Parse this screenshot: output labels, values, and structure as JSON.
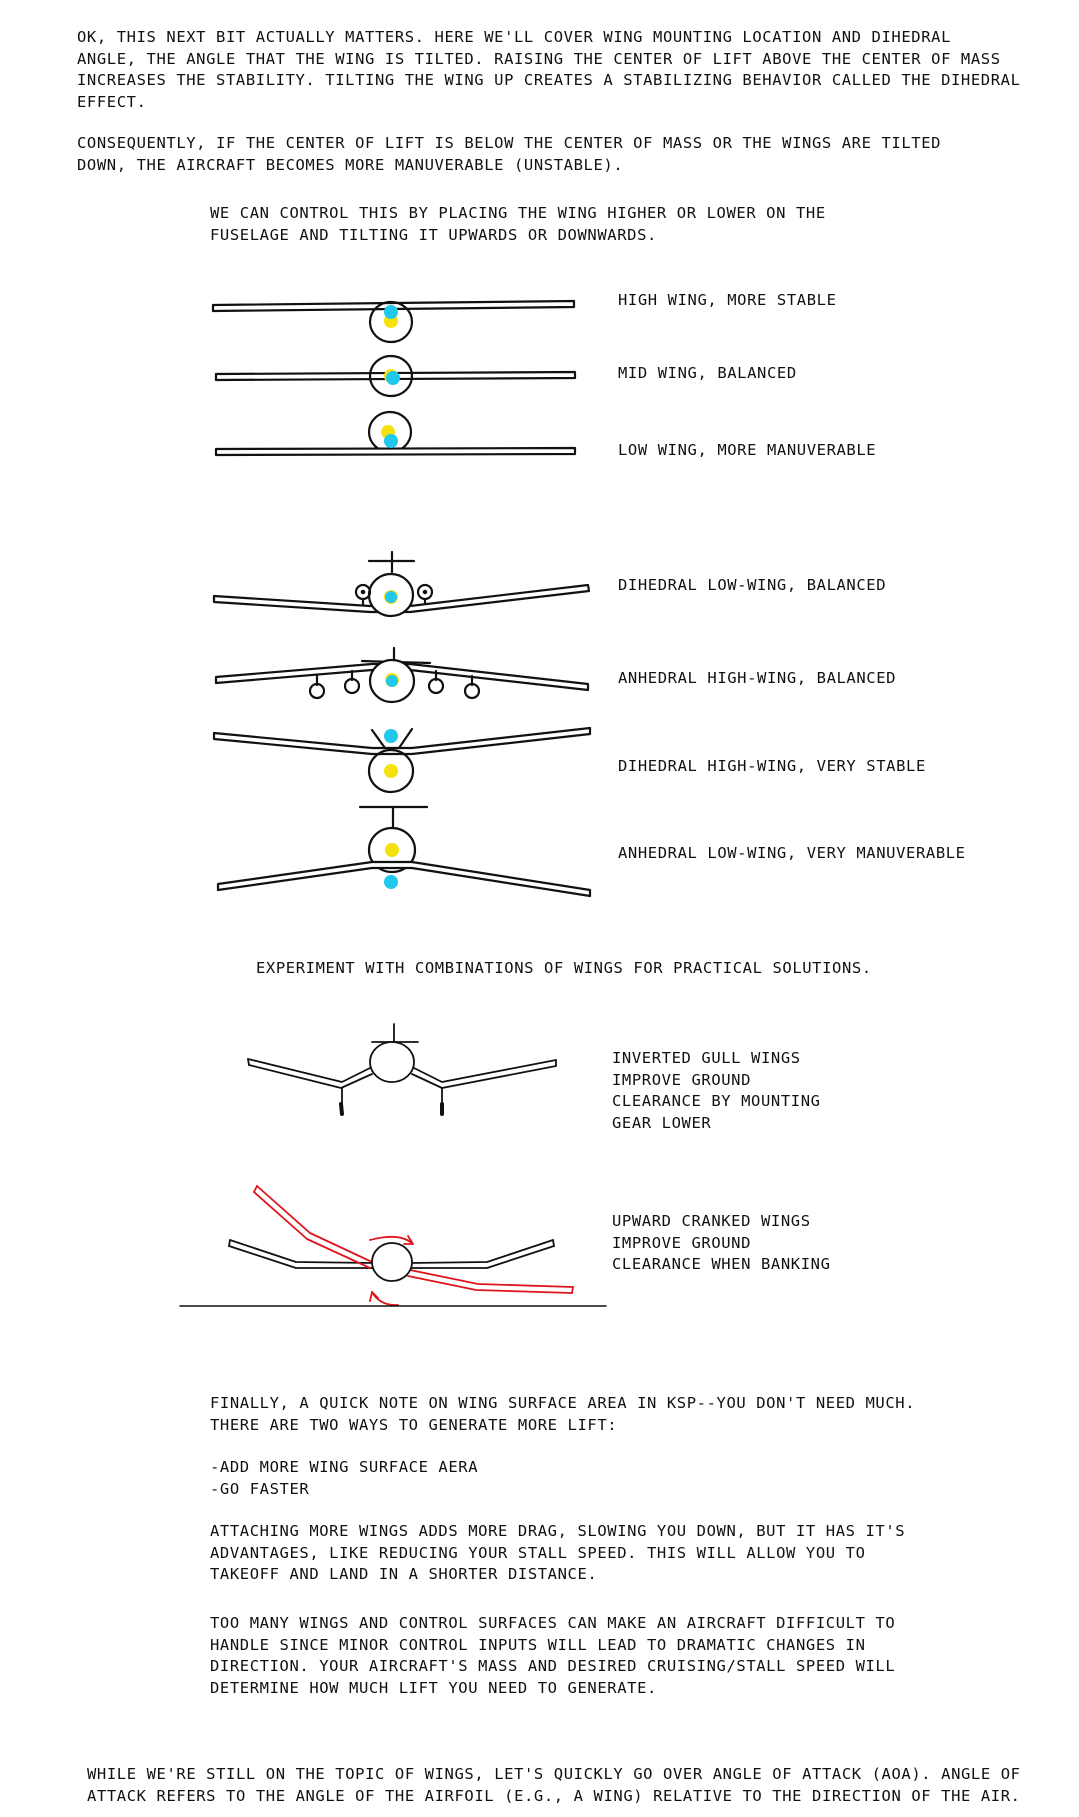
{
  "intro": {
    "p1": "Ok, this next bit actually matters.  Here we'll cover wing mounting location and dihedral\nangle, the angle that the wing is tilted.  Raising the center of lift above the center of mass\nincreases the stability.  Tilting the wing up creates a stabilizing behavior called the dihedral\neffect.",
    "p2": "Consequently, if the center of lift is below the center of mass or the wings are tilted\ndown, the aircraft becomes more manuverable (unstable).",
    "p3": "We can control this by placing the wing higher or lower on the\nfuselage and tilting it upwards or downwards."
  },
  "mount_labels": [
    "High wing, more stable",
    "Mid wing, balanced",
    "Low wing, more manuverable"
  ],
  "dihedral_labels": [
    "Dihedral low-wing, balanced",
    "Anhedral high-wing, balanced",
    "Dihedral high-wing, very stable",
    "Anhedral low-wing, very manuverable"
  ],
  "experiment": {
    "heading": "Experiment with combinations of wings for practical solutions.",
    "gull": "Inverted gull wings\nimprove ground\nclearance by mounting\ngear lower",
    "cranked": "Upward cranked wings\nimprove ground\nclearance when banking"
  },
  "finally": {
    "p1": "Finally, a quick note on wing surface area in KSP--you don't need much.\nThere are two ways to generate more lift:",
    "list": "-add more wing surface aera\n-go faster",
    "p2": "Attaching more wings adds more drag, slowing you down, but it has it's\nadvantages, like reducing your stall speed.  This will allow you to\ntakeoff and land in a shorter distance.",
    "p3": "Too many wings and control surfaces can make an aircraft difficult to\nhandle since minor control inputs will lead to dramatic changes in\ndirection.  Your aircraft's mass and desired cruising/stall speed will\ndetermine how much lift you need to generate."
  },
  "aoa": {
    "p1": "While we're still on the topic of wings, let's quickly go over angle of attack (AoA). Angle of\nattack refers to the angle of the airfoil (e.g., a wing) relative to the direction of the air."
  },
  "colors": {
    "center_of_lift": "#22c8ec",
    "center_of_mass": "#f5e20c",
    "ink": "#111111",
    "banking": "#e0141c"
  }
}
